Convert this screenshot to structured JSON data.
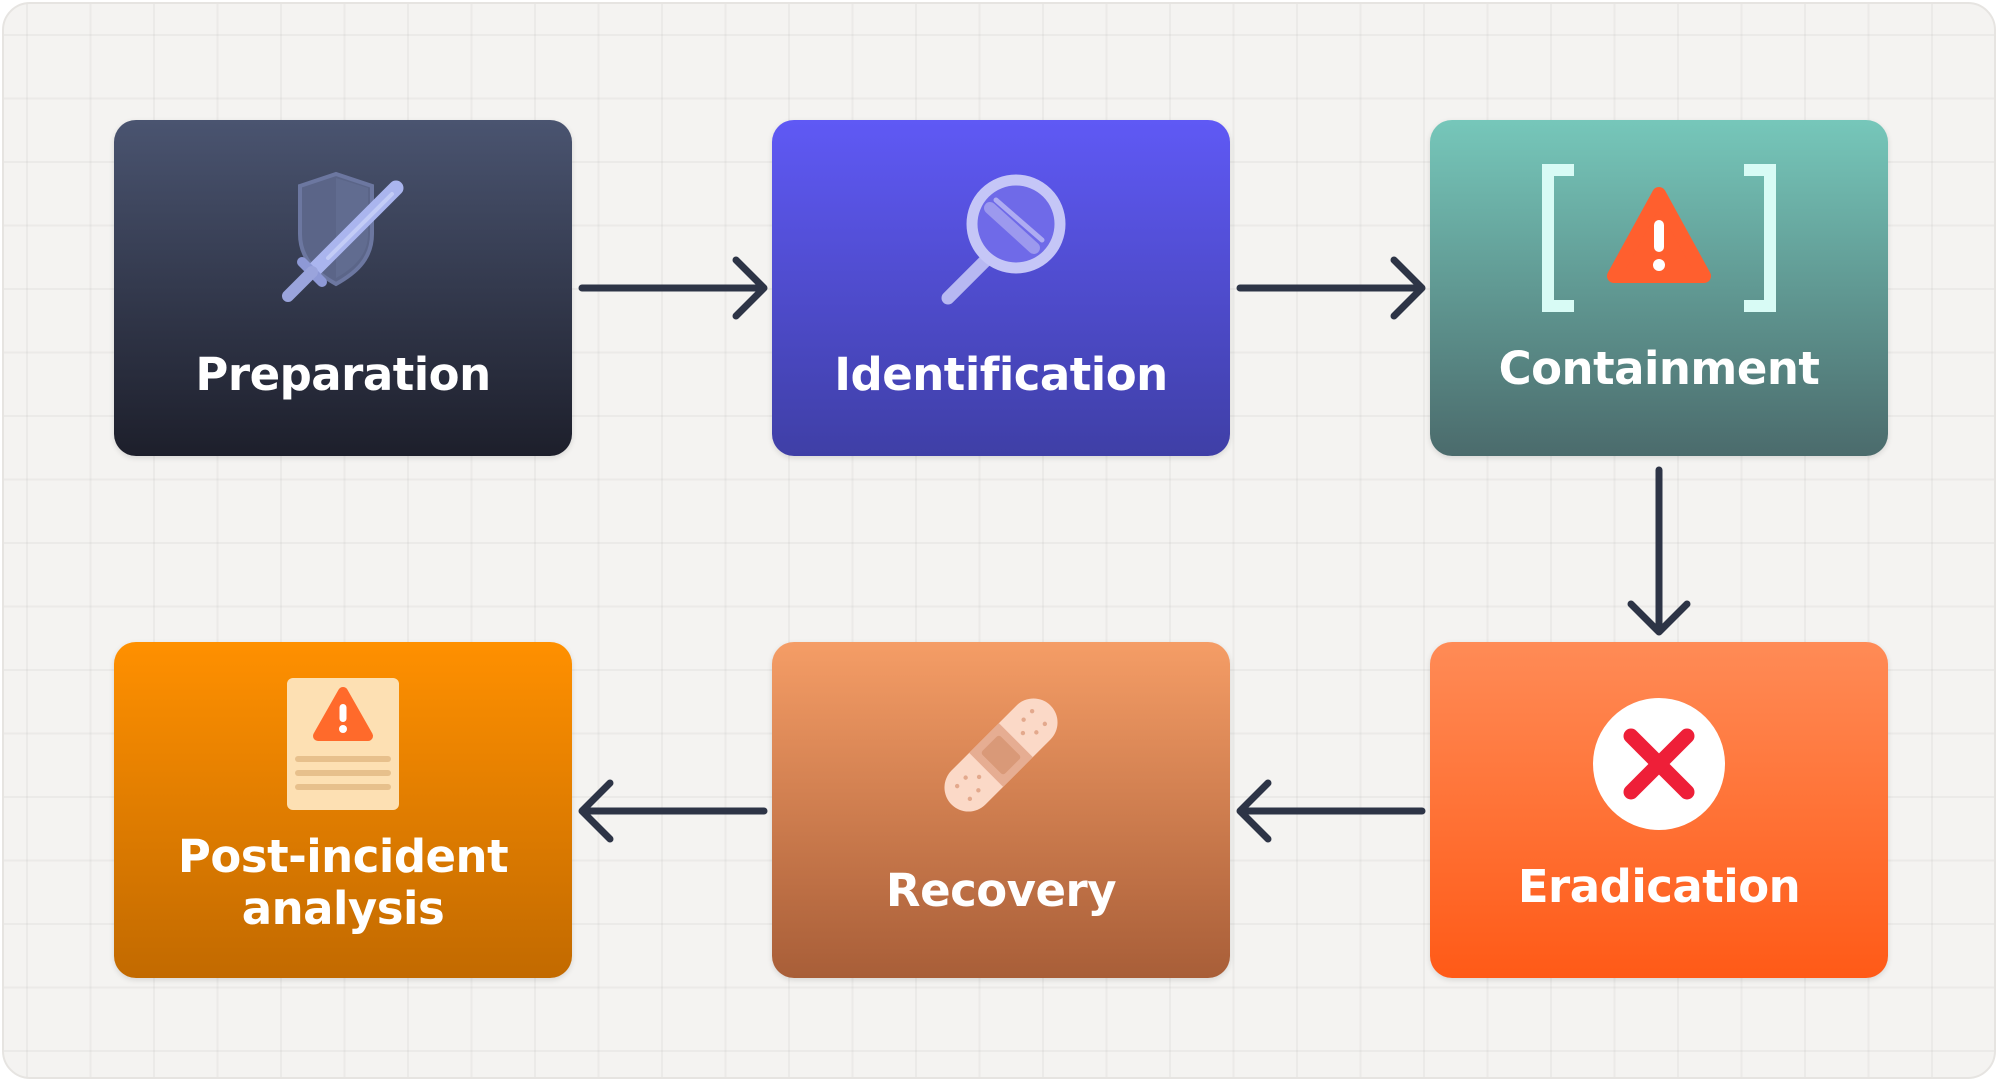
{
  "diagram": {
    "stages": [
      {
        "id": "preparation",
        "label": "Preparation",
        "icon": "shield-sword-icon",
        "colors": [
          "#4a5470",
          "#1d1f2b"
        ]
      },
      {
        "id": "identification",
        "label": "Identification",
        "icon": "magnifier-icon",
        "colors": [
          "#5f59f5",
          "#3f3fa6"
        ]
      },
      {
        "id": "containment",
        "label": "Containment",
        "icon": "bracketed-warning-icon",
        "colors": [
          "#76c7ba",
          "#4b6b6c"
        ]
      },
      {
        "id": "eradication",
        "label": "Eradication",
        "icon": "x-circle-icon",
        "colors": [
          "#ff8b56",
          "#ff5a17"
        ]
      },
      {
        "id": "recovery",
        "label": "Recovery",
        "icon": "bandage-icon",
        "colors": [
          "#f59d66",
          "#a85e38"
        ]
      },
      {
        "id": "post_incident",
        "label_lines": [
          "Post-incident",
          "analysis"
        ],
        "icon": "warning-report-icon",
        "colors": [
          "#ff9000",
          "#c26a00"
        ]
      }
    ],
    "flow": [
      "preparation",
      "identification",
      "containment",
      "eradication",
      "recovery",
      "post_incident"
    ],
    "arrow_color": "#2d3446"
  }
}
